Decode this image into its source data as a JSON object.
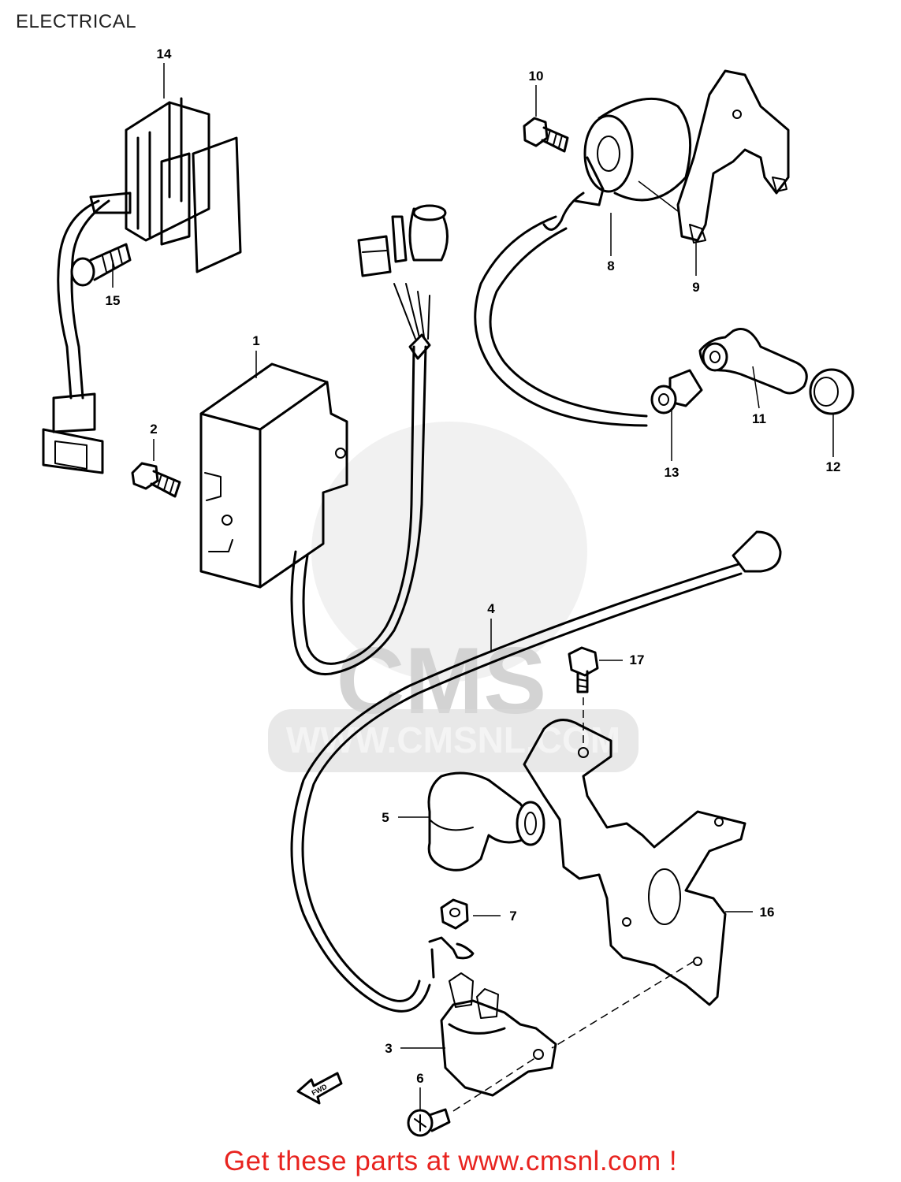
{
  "page": {
    "title": "ELECTRICAL",
    "footer_cta": "Get these parts at www.cmsnl.com !"
  },
  "watermark": {
    "brand": "CMS",
    "url": "WWW.CMSNL.COM"
  },
  "callouts": {
    "p1": "1",
    "p2": "2",
    "p3": "3",
    "p4": "4",
    "p5": "5",
    "p6": "6",
    "p7": "7",
    "p8": "8",
    "p9": "9",
    "p10": "10",
    "p11": "11",
    "p12": "12",
    "p13": "13",
    "p14": "14",
    "p15": "15",
    "p16": "16",
    "p17": "17"
  },
  "fwd_arrow_label": "FWD",
  "colors": {
    "footer": "#e8231f",
    "linework": "#000000",
    "watermark": "#d3d3d3"
  }
}
